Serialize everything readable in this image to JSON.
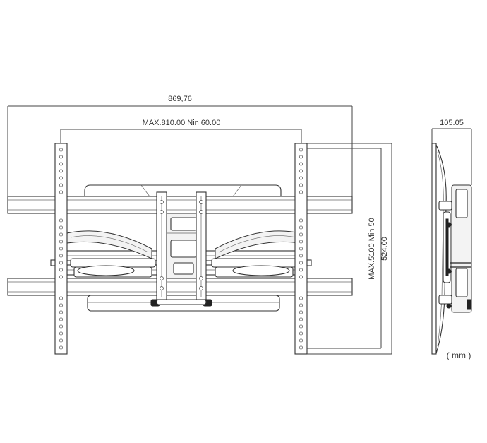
{
  "dimensions": {
    "overall_width": "869,76",
    "vesa_horizontal": "MAX.810.00 Nin 60.00",
    "vesa_vertical": "MAX.5100 Min 50",
    "overall_height": "524.00",
    "depth": "105.05",
    "unit": "( mm )"
  }
}
